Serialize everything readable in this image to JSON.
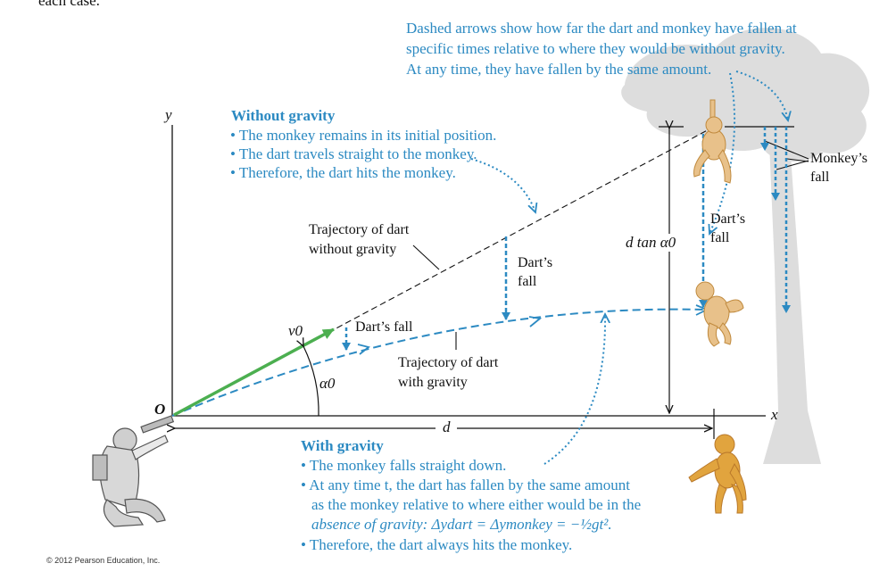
{
  "page": {
    "top_fragment": "each case.",
    "copyright": "© 2012 Pearson Education, Inc."
  },
  "notes": {
    "dashed_arrows": [
      "Dashed arrows show how far the dart and monkey have fallen at",
      "specific times relative to where they would be without gravity.",
      "At any time, they have fallen by the same amount."
    ],
    "without_gravity": {
      "title": "Without gravity",
      "bullets": [
        "• The monkey remains in its initial position.",
        "• The dart travels straight to the monkey.",
        "• Therefore, the dart hits the monkey."
      ]
    },
    "with_gravity": {
      "title": "With gravity",
      "bullet1": "• The monkey falls straight down.",
      "bullet2_line1": "• At any time t, the dart has fallen by the same amount",
      "bullet2_line2": "as the monkey relative to where either would be in the",
      "bullet2_line3": "absence of gravity: Δydart = Δymonkey = −½gt².",
      "bullet3": "• Therefore, the dart always hits the monkey."
    }
  },
  "labels": {
    "axis_y": "y",
    "axis_x": "x",
    "origin": "O",
    "v0": "v0",
    "alpha0": "α0",
    "d": "d",
    "d_tan_alpha0": "d tan α0",
    "traj_without_1": "Trajectory of dart",
    "traj_without_2": "without gravity",
    "traj_with_1": "Trajectory of dart",
    "traj_with_2": "with gravity",
    "darts_fall_small": "Dart’s fall",
    "darts_fall_mid_1": "Dart’s",
    "darts_fall_mid_2": "fall",
    "darts_fall_right_1": "Dart’s",
    "darts_fall_right_2": "fall",
    "monkeys_fall_1": "Monkey’s",
    "monkeys_fall_2": "fall"
  },
  "colors": {
    "blue": "#2c8ac2",
    "green": "#4caf50",
    "tree": "#dcdcdc",
    "monkey": "#e8b86a"
  }
}
